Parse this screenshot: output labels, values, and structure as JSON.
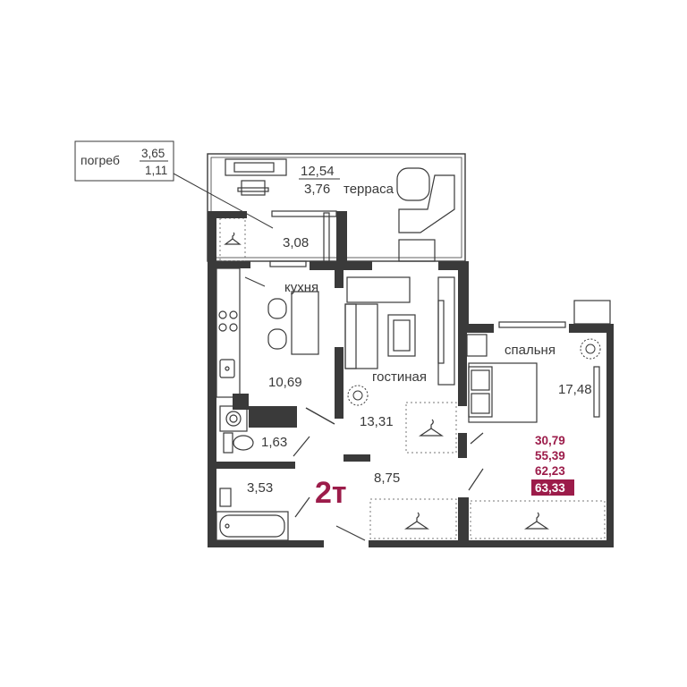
{
  "apartment": {
    "type_label": "2т",
    "accent_color": "#9c1c4a",
    "wall_color": "#3a3a3a"
  },
  "cellar": {
    "label": "погреб",
    "area_top": "3,65",
    "area_bottom": "1,11"
  },
  "terrace": {
    "label": "терраса",
    "area_top": "12,54",
    "area_bottom": "3,76"
  },
  "rooms": {
    "storage": {
      "area": "3,08"
    },
    "kitchen": {
      "label": "кухня",
      "area": "10,69"
    },
    "living": {
      "label": "гостиная",
      "area": "13,31"
    },
    "bedroom": {
      "label": "спальня",
      "area": "17,48"
    },
    "toilet": {
      "area": "1,63"
    },
    "bathroom": {
      "area": "3,53"
    },
    "hall": {
      "area": "8,75"
    }
  },
  "summary_areas": {
    "living_area": "30,79",
    "total_without_terrace": "55,39",
    "total_with_reduced": "62,23",
    "total_area": "63,33"
  },
  "icons": [
    "hanger-icon",
    "plant-icon",
    "washing-machine-icon",
    "toilet-icon",
    "bathtub-icon",
    "stove-icon",
    "sink-icon",
    "bed-icon",
    "sofa-icon",
    "table-icon",
    "chair-icon"
  ]
}
